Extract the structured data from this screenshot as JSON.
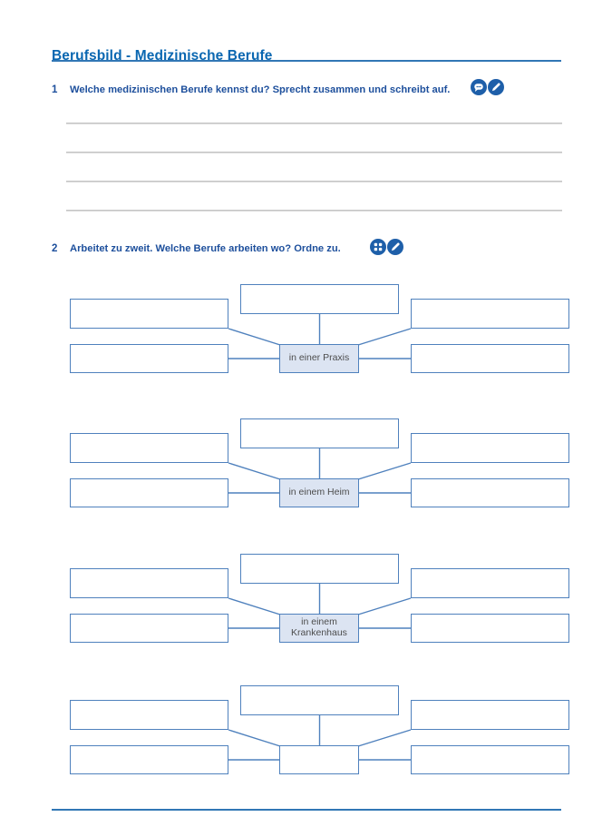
{
  "title": "Berufsbild - Medizinische Berufe",
  "tasks": [
    {
      "number": "1",
      "text": "Welche medizinischen Berufe kennst du? Sprecht zusammen und schreibt auf.",
      "icons": [
        "speech-bubble-icon",
        "pencil-icon"
      ],
      "writing_lines": 4
    },
    {
      "number": "2",
      "text": "Arbeitet zu zweit. Welche Berufe arbeiten wo? Ordne zu.",
      "icons": [
        "pair-work-icon",
        "pencil-icon"
      ]
    }
  ],
  "clusters": [
    {
      "label": "in einer Praxis",
      "answer_boxes": 5
    },
    {
      "label": "in einem Heim",
      "answer_boxes": 5
    },
    {
      "label": "in einem Krankenhaus",
      "answer_boxes": 5
    },
    {
      "label": "",
      "answer_boxes": 6
    }
  ],
  "colors": {
    "title_blue": "#0a67b1",
    "task_blue": "#1d4f9c",
    "icon_blue": "#1e5fa9",
    "box_border": "#4f81bd",
    "label_fill": "#dce4f2",
    "label_text": "#4d4d4d",
    "writing_line_gray": "#c9c9c9",
    "rule_blue": "#3177b5"
  }
}
